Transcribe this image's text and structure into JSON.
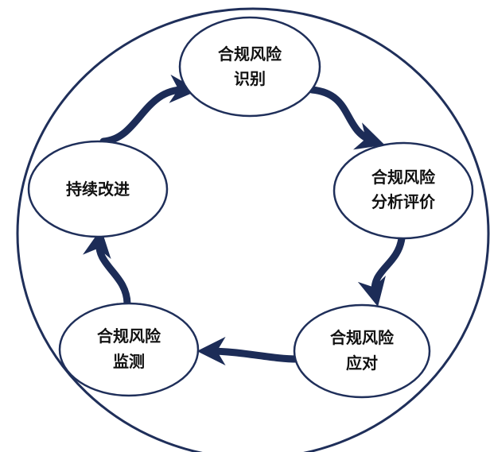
{
  "diagram": {
    "colors": {
      "outline": "#1f2f5a",
      "arrow": "#1c2c57",
      "node_fill": "#ffffff",
      "text": "#111111",
      "background": "#ffffff"
    },
    "nodes": [
      {
        "id": "identify",
        "line1": "合规风险",
        "line2": "识别"
      },
      {
        "id": "assess",
        "line1": "合规风险",
        "line2": "分析评价"
      },
      {
        "id": "respond",
        "line1": "合规风险",
        "line2": "应对"
      },
      {
        "id": "monitor",
        "line1": "合规风险",
        "line2": "监测"
      },
      {
        "id": "improve",
        "line1": "持续改进",
        "line2": ""
      }
    ]
  }
}
